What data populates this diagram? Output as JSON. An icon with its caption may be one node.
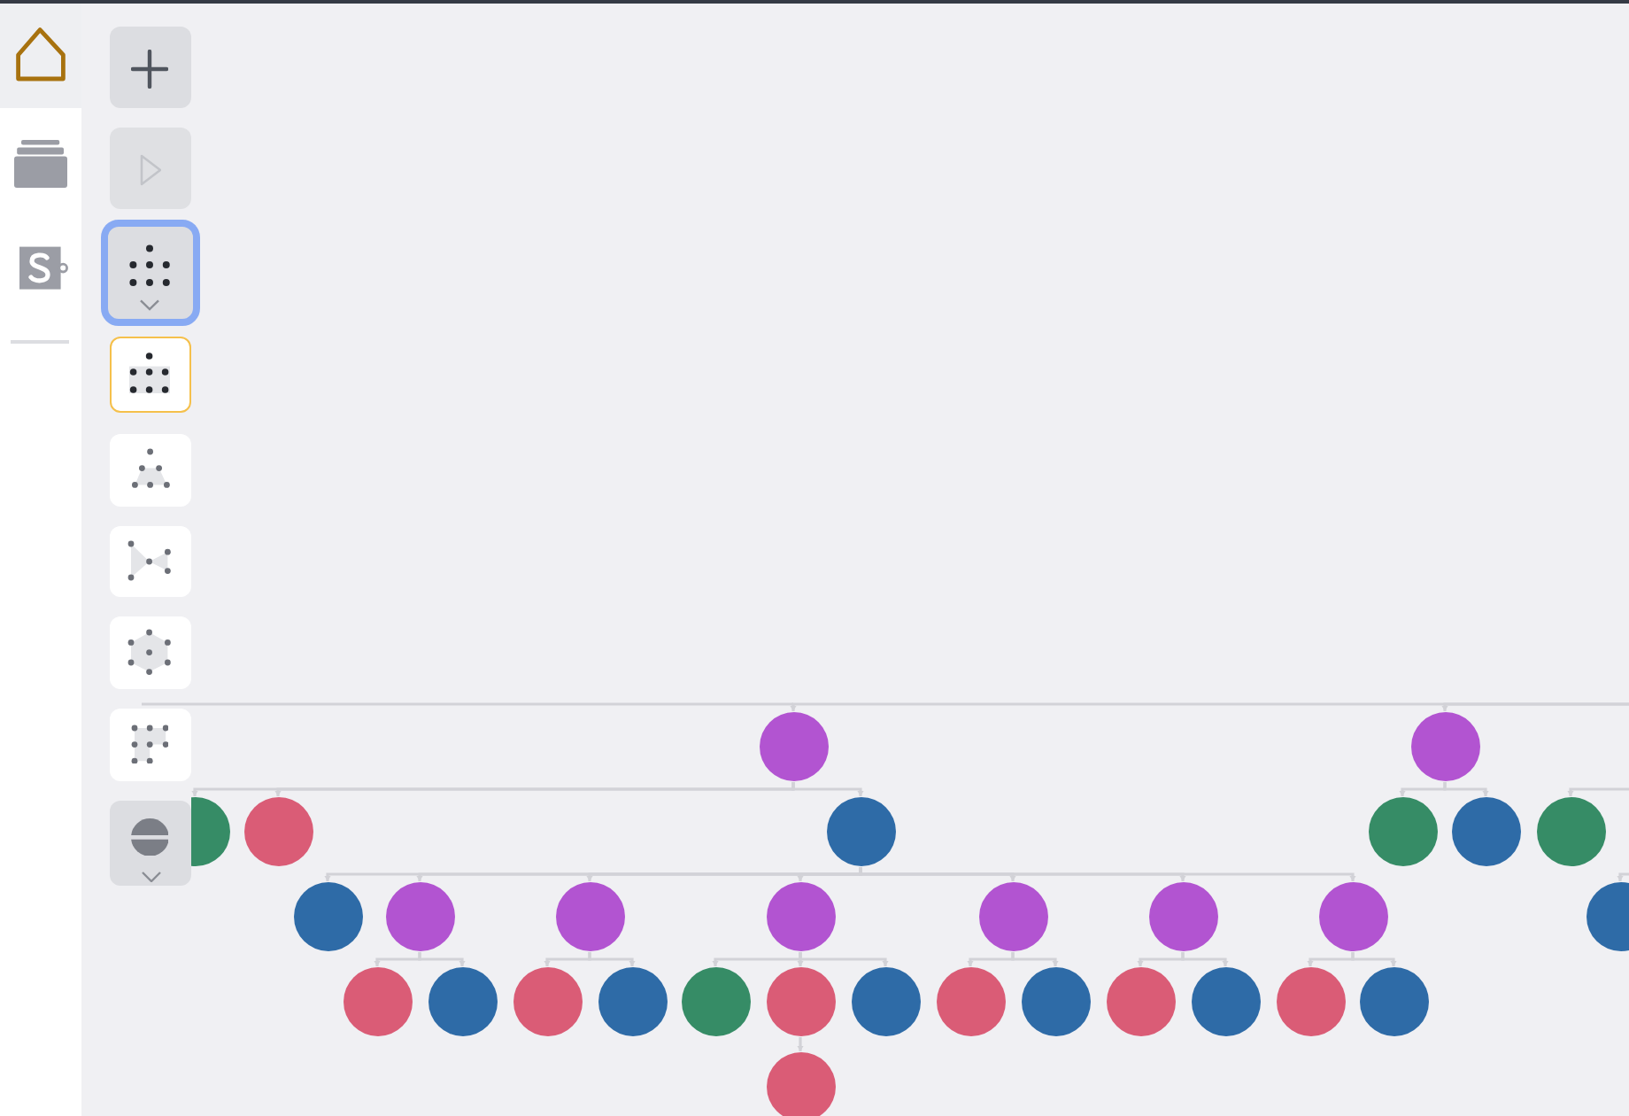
{
  "diagram": {
    "nodes": [
      {
        "text": [],
        "shape": "circle"
      },
      {
        "text": [],
        "shape": "circle"
      },
      {
        "text": [],
        "shape": "circle"
      },
      {
        "text": [],
        "shape": "circle"
      },
      {
        "text": [],
        "shape": "circle"
      },
      {
        "text": [],
        "shape": "circle"
      },
      {
        "text": [],
        "shape": "circle"
      },
      {
        "text": [],
        "shape": "circle"
      },
      {
        "text": [],
        "shape": "circle"
      },
      {
        "text": [],
        "shape": "circle"
      },
      {
        "text": [],
        "shape": "circle"
      },
      {
        "text": [],
        "shape": "circle"
      },
      {
        "text": [],
        "shape": "circle"
      },
      {
        "text": [],
        "shape": "circle"
      },
      {
        "text": [],
        "shape": "circle"
      },
      {
        "text": [],
        "shape": "circle"
      },
      {
        "text": [],
        "shape": "circle"
      },
      {
        "text": [],
        "shape": "circle"
      },
      {
        "text": [],
        "shape": "circle"
      },
      {
        "text": [],
        "shape": "circle"
      },
      {
        "text": [],
        "shape": "circle"
      },
      {
        "text": [],
        "shape": "circle"
      },
      {
        "text": [],
        "shape": "circle"
      },
      {
        "text": [],
        "shape": "circle"
      },
      {
        "text": [],
        "shape": "circle"
      },
      {
        "text": [],
        "shape": "circle"
      },
      {
        "text": [],
        "shape": "circle"
      },
      {
        "text": [],
        "shape": "circle"
      },
      {
        "text": [],
        "shape": "circle"
      },
      {
        "text": [],
        "shape": "circle"
      }
    ],
    "edges": [
      {
        "from": null,
        "to": 0,
        "arrow": "to"
      },
      {
        "from": null,
        "to": 1,
        "arrow": "to"
      },
      {
        "from": 0,
        "to": 2,
        "arrow": "to"
      },
      {
        "from": 0,
        "to": 3,
        "arrow": "to"
      },
      {
        "from": 0,
        "to": 4,
        "arrow": "to"
      },
      {
        "from": 1,
        "to": 5,
        "arrow": "to"
      },
      {
        "from": 1,
        "to": 6,
        "arrow": "to"
      },
      {
        "from": null,
        "to": 7,
        "arrow": "to"
      },
      {
        "from": 4,
        "to": 8,
        "arrow": "to"
      },
      {
        "from": 4,
        "to": 9,
        "arrow": "to"
      },
      {
        "from": 4,
        "to": 10,
        "arrow": "to"
      },
      {
        "from": 4,
        "to": 11,
        "arrow": "to"
      },
      {
        "from": 4,
        "to": 12,
        "arrow": "to"
      },
      {
        "from": 4,
        "to": 13,
        "arrow": "to"
      },
      {
        "from": 4,
        "to": 14,
        "arrow": "to"
      },
      {
        "from": null,
        "to": 15,
        "arrow": "to"
      },
      {
        "from": 9,
        "to": 16,
        "arrow": "to"
      },
      {
        "from": 9,
        "to": 17,
        "arrow": "to"
      },
      {
        "from": 10,
        "to": 18,
        "arrow": "to"
      },
      {
        "from": 10,
        "to": 19,
        "arrow": "to"
      },
      {
        "from": 11,
        "to": 20,
        "arrow": "to"
      },
      {
        "from": 11,
        "to": 21,
        "arrow": "to"
      },
      {
        "from": 11,
        "to": 22,
        "arrow": "to"
      },
      {
        "from": 12,
        "to": 23,
        "arrow": "to"
      },
      {
        "from": 12,
        "to": 24,
        "arrow": "to"
      },
      {
        "from": 13,
        "to": 25,
        "arrow": "to"
      },
      {
        "from": 13,
        "to": 26,
        "arrow": "to"
      },
      {
        "from": 14,
        "to": 27,
        "arrow": "to"
      },
      {
        "from": 14,
        "to": 28,
        "arrow": "to"
      },
      {
        "from": 21,
        "to": 29,
        "arrow": "to"
      }
    ]
  }
}
